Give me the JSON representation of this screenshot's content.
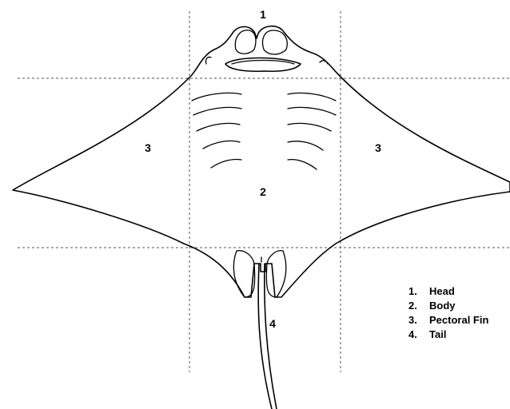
{
  "diagram": {
    "region_labels": {
      "head": "1",
      "body": "2",
      "fin_left": "3",
      "fin_right": "3",
      "tail": "4"
    },
    "legend": [
      {
        "num": "1.",
        "label": "Head"
      },
      {
        "num": "2.",
        "label": "Body"
      },
      {
        "num": "3.",
        "label": "Pectoral Fin"
      },
      {
        "num": "4.",
        "label": "Tail"
      }
    ]
  }
}
